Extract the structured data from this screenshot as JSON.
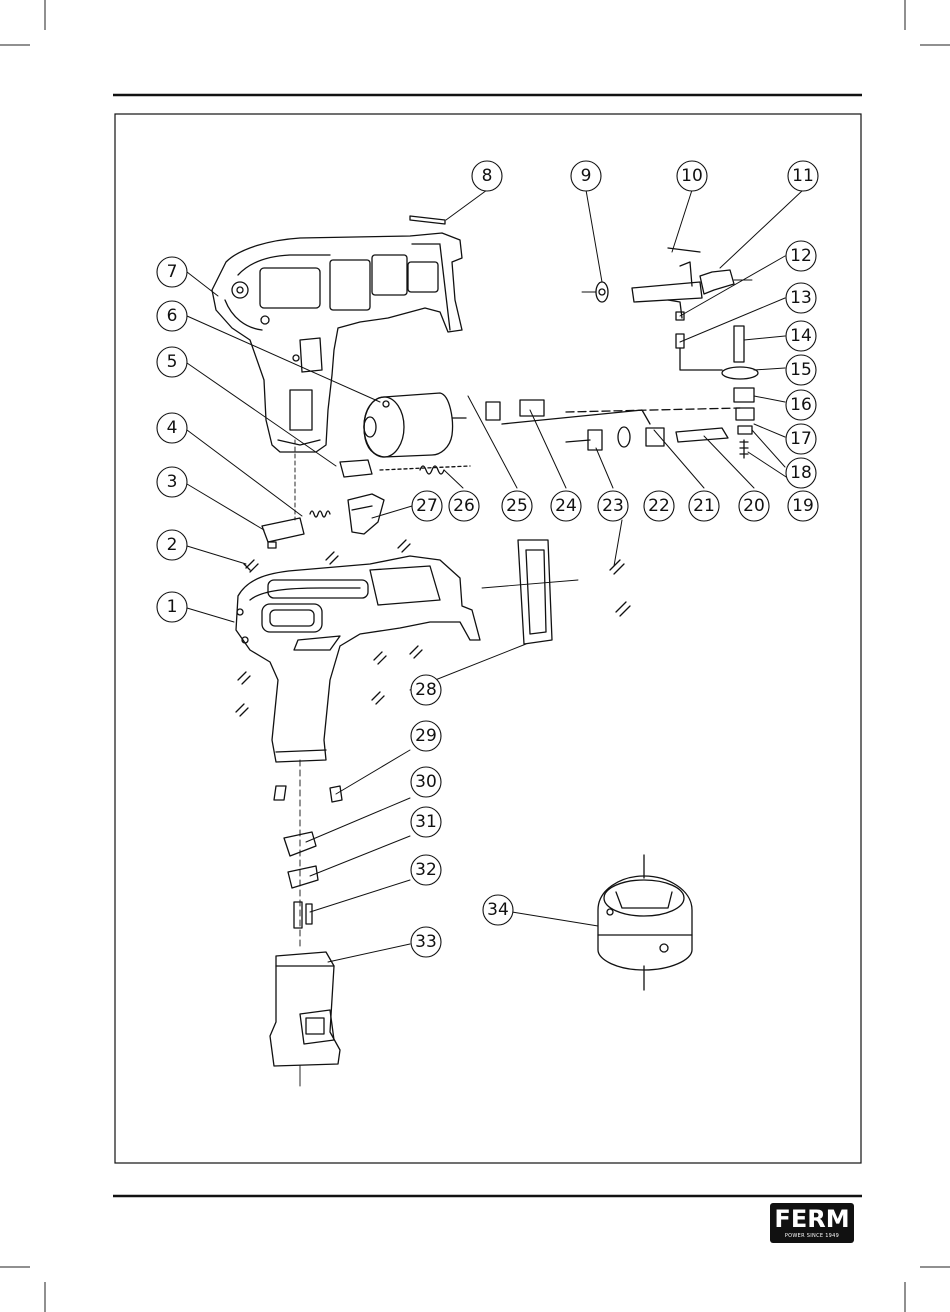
{
  "brand": {
    "name": "FERM",
    "tagline": "POWER SINCE 1949",
    "color": "#111111"
  },
  "callouts": [
    "1",
    "2",
    "3",
    "4",
    "5",
    "6",
    "7",
    "8",
    "9",
    "10",
    "11",
    "12",
    "13",
    "14",
    "15",
    "16",
    "17",
    "18",
    "19",
    "20",
    "21",
    "22",
    "23",
    "24",
    "25",
    "26",
    "27",
    "28",
    "29",
    "30",
    "31",
    "32",
    "33",
    "34"
  ]
}
